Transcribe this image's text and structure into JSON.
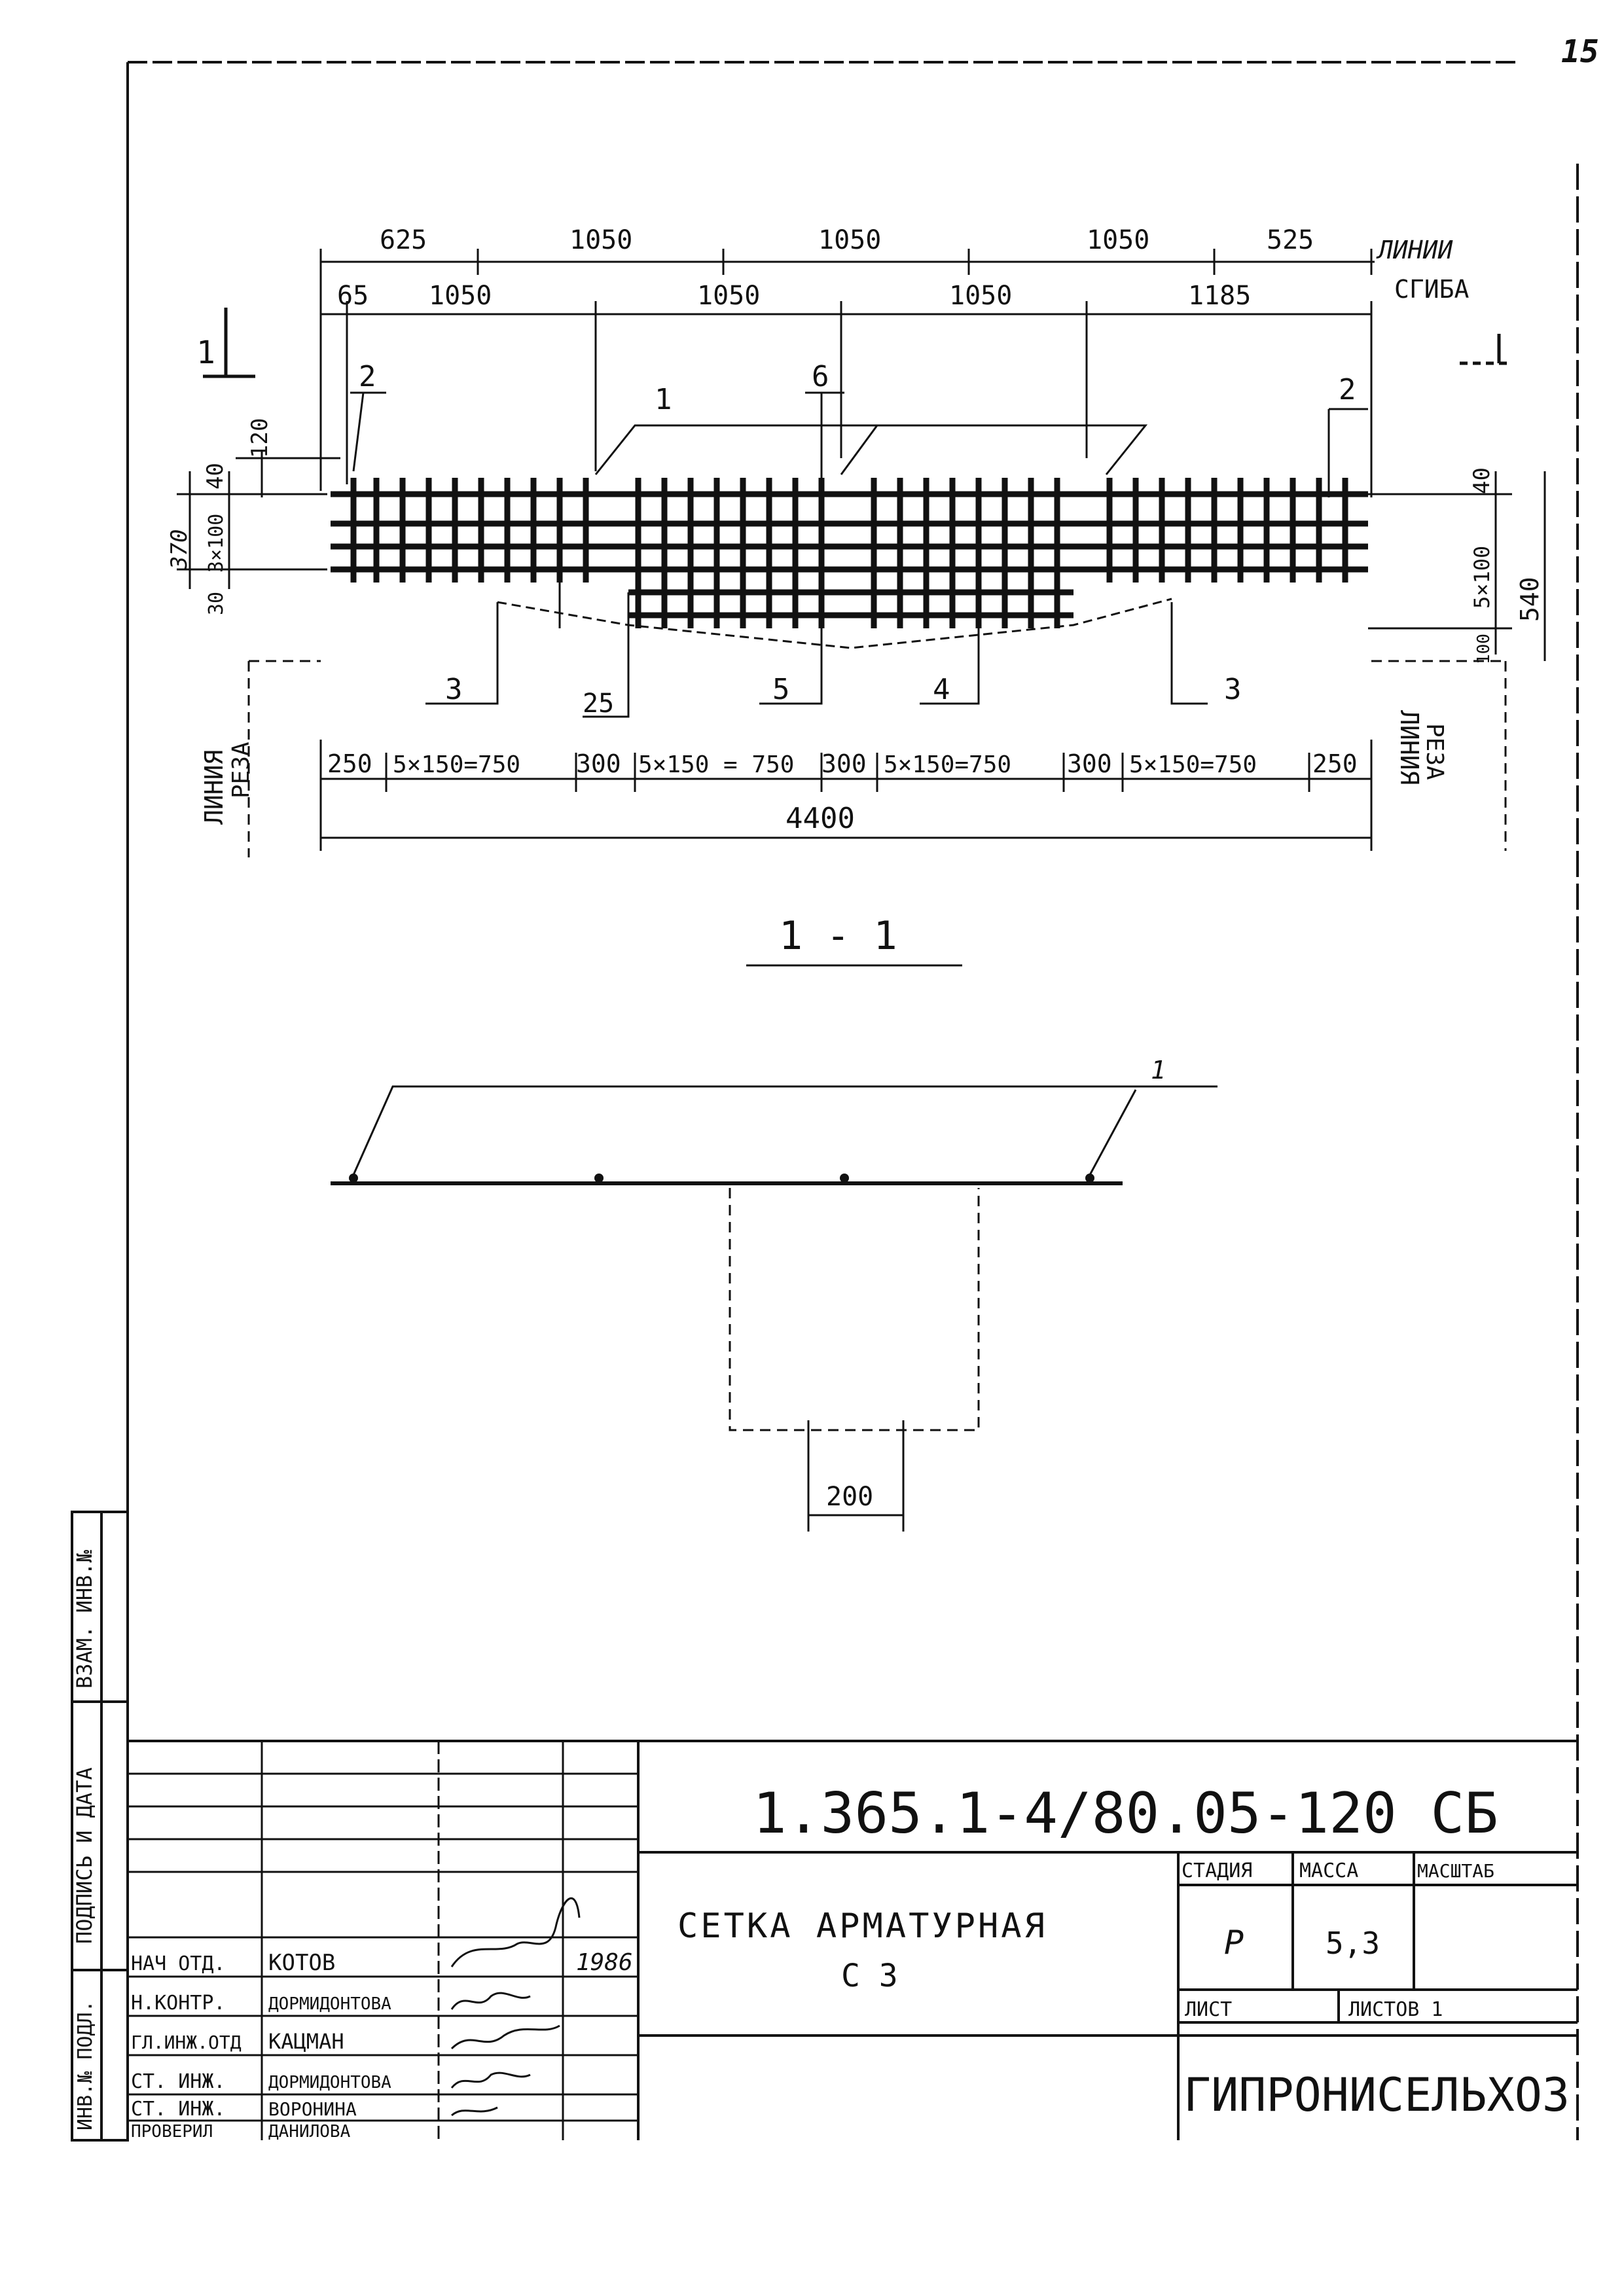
{
  "sheet": {
    "page_number": "15"
  },
  "plan": {
    "section_mark": "1",
    "top_dims_row1": [
      "625",
      "1050",
      "1050",
      "1050",
      "525"
    ],
    "top_dims_row2": [
      "65",
      "1050",
      "1050",
      "1050",
      "1185"
    ],
    "bend_lines_label": [
      "ЛИНИИ",
      "СГИБА"
    ],
    "position_marks_top": [
      "2",
      "1",
      "6",
      "2"
    ],
    "position_marks_bottom": [
      "3",
      "25",
      "5",
      "4",
      "3"
    ],
    "left_dims": [
      "120",
      "40",
      "370",
      "3×100",
      "30"
    ],
    "right_dims": [
      "40",
      "5×100",
      "540",
      "100"
    ],
    "bottom_dims": [
      "250",
      "5×150=750",
      "300",
      "5×150 = 750",
      "300",
      "5×150=750",
      "300",
      "5×150=750",
      "250"
    ],
    "overall_length": "4400",
    "cut_line_label": [
      "ЛИНИЯ",
      "РЕЗА"
    ]
  },
  "section": {
    "title": "1 - 1",
    "mark": "1",
    "dim": "200"
  },
  "side_stamp": {
    "labels": [
      "ВЗАМ. ИНВ.№",
      "ПОДПИСЬ И ДАТА",
      "ИНВ.№ ПОДЛ."
    ]
  },
  "title_block": {
    "doc_code": "1.365.1-4/80.05-120 СБ",
    "name_line1": "СЕТКА АРМАТУРНАЯ",
    "name_line2": "С 3",
    "headers": {
      "stage": "СТАДИЯ",
      "mass": "МАССА",
      "scale": "МАСШТАБ"
    },
    "stage_value": "Р",
    "mass_value": "5,3",
    "sheet_label": "ЛИСТ",
    "sheets_label": "ЛИСТОВ 1",
    "org": "ГИПРОНИСЕЛЬХОЗ",
    "roles": [
      "НАЧ ОТД.",
      "Н.КОНТР.",
      "ГЛ.ИНЖ.ОТД",
      "СТ. ИНЖ.",
      "СТ. ИНЖ.",
      "ПРОВЕРИЛ"
    ],
    "people": [
      "КОТОВ",
      "ДОРМИДОНТОВА",
      "КАЦМАН",
      "ДОРМИДОНТОВА",
      "ВОРОНИНА",
      "ДАНИЛОВА"
    ],
    "date": "1986"
  }
}
